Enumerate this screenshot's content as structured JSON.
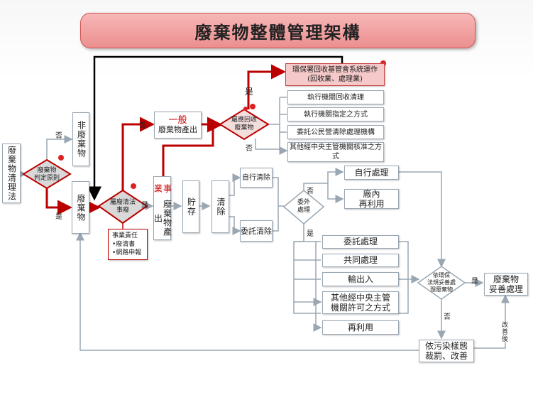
{
  "title": "廢棄物整體管理架構",
  "left_law": "廢棄物清理法",
  "judge": "廢棄物\n判定原則",
  "non_waste": "非廢棄物",
  "waste": "廢棄物",
  "yes": "是",
  "no": "否",
  "cleanup_decision": "屬廢清法\n事廢",
  "business_duty": {
    "title": "事業責任",
    "items": [
      "•廢清書",
      "•網路申報"
    ]
  },
  "biz_waste_red": "事業",
  "biz_waste_rest": "廢棄物產出",
  "storage": "貯存",
  "clear": "清除",
  "general_pre": "一般",
  "general_rest": "廢棄物產出",
  "recycle_decision": "屬應回收\n廢棄物",
  "epa_box": "環保署回收基管會系統運作\n(回收業、處理業)",
  "recycle_methods": [
    "執行機關回收清理",
    "執行機關指定之方式",
    "委託公民營清除處理機構",
    "其他經中央主管機關核准之方式"
  ],
  "self_clear": "自行清除",
  "entrust_clear": "委託清除",
  "outsource_decision": "委外\n處理",
  "self_process": "自行處理",
  "factory_reuse": "廠內\n再利用",
  "entrust_methods": [
    "委託處理",
    "共同處理",
    "輸出入",
    "其他經中央主管\n機關許可之方式",
    "再利用"
  ],
  "compliance_decision": "依環保\n法規妥善處\n理廢棄物",
  "proper_treatment": "廢棄物\n妥善處理",
  "penalty": "依污染樣態\n裁罰、改善",
  "improved": "改善後"
}
